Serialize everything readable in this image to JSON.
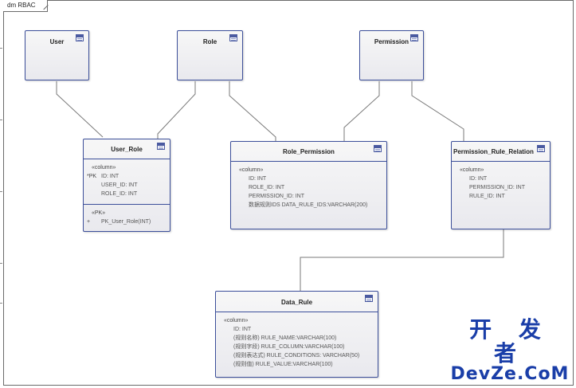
{
  "diagram": {
    "frame_label": "dm RBAC"
  },
  "entities": {
    "user": {
      "name": "User"
    },
    "role": {
      "name": "Role"
    },
    "permission": {
      "name": "Permission"
    },
    "user_role": {
      "name": "User_Role",
      "columns_stereotype": "«column»",
      "columns": [
        {
          "marker": "*PK",
          "text": "ID: INT"
        },
        {
          "marker": "",
          "text": "USER_ID: INT"
        },
        {
          "marker": "",
          "text": "ROLE_ID: INT"
        }
      ],
      "pk_stereotype": "«PK»",
      "pk_marker": "+",
      "pk_text": "PK_User_Role(INT)"
    },
    "role_permission": {
      "name": "Role_Permission",
      "columns_stereotype": "«column»",
      "columns": [
        "ID: INT",
        "ROLE_ID: INT",
        "PERMISSION_ID: INT",
        "数据规则IDS DATA_RULE_IDS:VARCHAR(200)"
      ]
    },
    "permission_rule_relation": {
      "name": "Permission_Rule_Relation",
      "columns_stereotype": "«column»",
      "columns": [
        "ID: INT",
        "PERMISSION_ID: INT",
        "RULE_ID: INT"
      ]
    },
    "data_rule": {
      "name": "Data_Rule",
      "columns_stereotype": "«column»",
      "columns": [
        "ID: INT",
        "(规则名称) RULE_NAME:VARCHAR(100)",
        "(规则字段) RULE_COLUMN:VARCHAR(100)",
        "(规则表达式) RULE_CONDITIONS: VARCHAR(50)",
        "(规则值) RULE_VALUE:VARCHAR(100)"
      ]
    }
  },
  "watermark": {
    "line1": "开 发 者",
    "line2": "DevZe.CoM"
  },
  "colors": {
    "border": "#3c4f9a",
    "connector": "#7a7a7a",
    "watermark": "#1a3ea8"
  }
}
